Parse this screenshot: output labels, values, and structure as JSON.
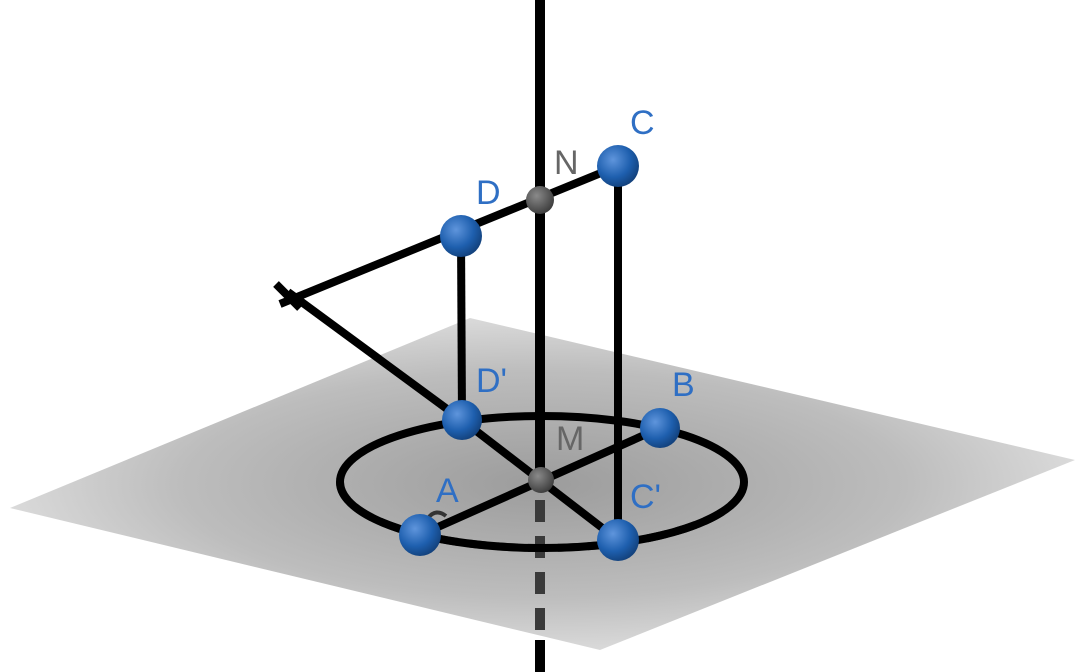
{
  "labels": {
    "A": "A",
    "B": "B",
    "C": "C",
    "D": "D",
    "C_prime": "C'",
    "D_prime": "D'",
    "M": "M",
    "N": "N"
  },
  "colors": {
    "point_blue": "#1e5fae",
    "point_gray": "#555555",
    "label_blue": "#2f6fc4",
    "label_gray": "#666666",
    "line": "#000000",
    "plane": "#c4c4c4"
  }
}
